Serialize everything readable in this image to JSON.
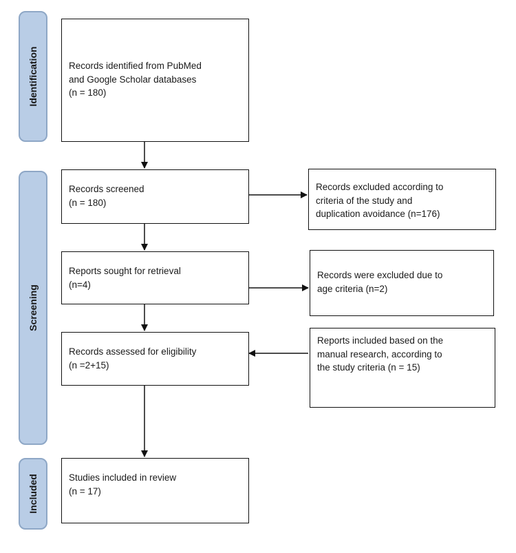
{
  "stages": {
    "identification": "Identification",
    "screening": "Screening",
    "included": "Included"
  },
  "boxes": {
    "identified": [
      "Records identified from PubMed",
      "and Google Scholar databases",
      "(n = 180)"
    ],
    "screened": [
      "Records screened",
      "(n = 180)"
    ],
    "excluded_criteria": [
      "Records excluded according to",
      "criteria of the study and",
      "duplication avoidance (n=176)"
    ],
    "sought": [
      "Reports sought for retrieval",
      "(n=4)"
    ],
    "excluded_age": [
      "Records were excluded due to",
      "age criteria (n=2)"
    ],
    "assessed": [
      "Records assessed for eligibility",
      "(n =2+15)"
    ],
    "manual": [
      "Reports included based on the",
      "manual research, according to",
      "the study criteria (n = 15)"
    ],
    "included": [
      "Studies included in review",
      "(n = 17)"
    ]
  },
  "colors": {
    "stage_fill": "#b9cde6",
    "stage_border": "#8ea7c6",
    "line": "#111111"
  }
}
